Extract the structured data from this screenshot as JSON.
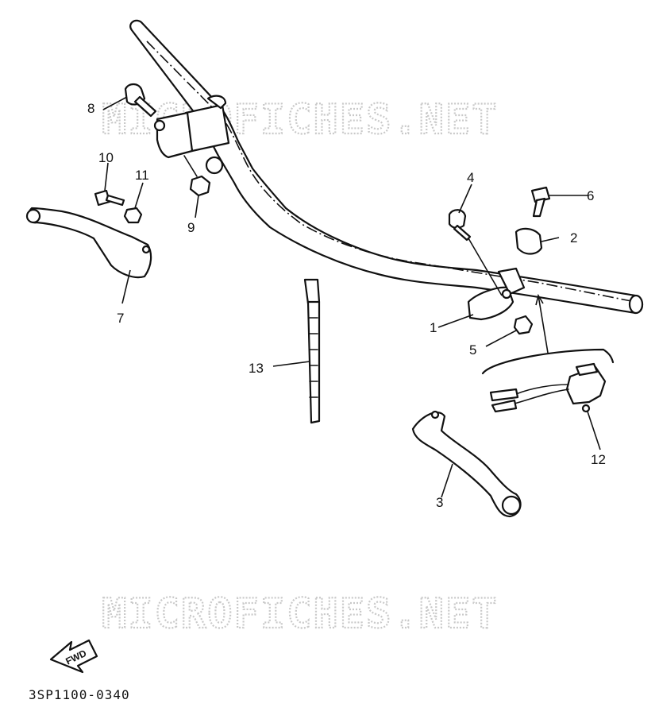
{
  "watermark": {
    "top": "MICROFICHES.NET",
    "bottom": "MICROFICHES.NET"
  },
  "fwd_label": "FWD",
  "diagram_code": "3SP1100-0340",
  "callouts": [
    {
      "id": "1",
      "label": "1"
    },
    {
      "id": "2",
      "label": "2"
    },
    {
      "id": "3",
      "label": "3"
    },
    {
      "id": "4",
      "label": "4"
    },
    {
      "id": "5",
      "label": "5"
    },
    {
      "id": "6",
      "label": "6"
    },
    {
      "id": "7",
      "label": "7"
    },
    {
      "id": "8",
      "label": "8"
    },
    {
      "id": "9",
      "label": "9"
    },
    {
      "id": "10",
      "label": "10"
    },
    {
      "id": "11",
      "label": "11"
    },
    {
      "id": "12",
      "label": "12"
    },
    {
      "id": "13",
      "label": "13"
    }
  ]
}
